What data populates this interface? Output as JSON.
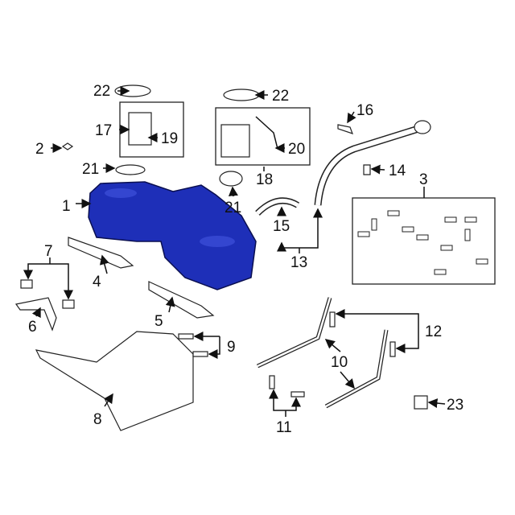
{
  "diagram": {
    "highlight_color": "#1e2fb8",
    "callouts": [
      {
        "id": "c22a",
        "text": "22"
      },
      {
        "id": "c22b",
        "text": "22"
      },
      {
        "id": "c17",
        "text": "17"
      },
      {
        "id": "c19",
        "text": "19"
      },
      {
        "id": "c2",
        "text": "2"
      },
      {
        "id": "c21a",
        "text": "21"
      },
      {
        "id": "c21b",
        "text": "21"
      },
      {
        "id": "c20",
        "text": "20"
      },
      {
        "id": "c18",
        "text": "18"
      },
      {
        "id": "c16",
        "text": "16"
      },
      {
        "id": "c14",
        "text": "14"
      },
      {
        "id": "c3",
        "text": "3"
      },
      {
        "id": "c1",
        "text": "1"
      },
      {
        "id": "c15",
        "text": "15"
      },
      {
        "id": "c13",
        "text": "13"
      },
      {
        "id": "c7",
        "text": "7"
      },
      {
        "id": "c4",
        "text": "4"
      },
      {
        "id": "c6",
        "text": "6"
      },
      {
        "id": "c5",
        "text": "5"
      },
      {
        "id": "c9",
        "text": "9"
      },
      {
        "id": "c12",
        "text": "12"
      },
      {
        "id": "c10",
        "text": "10"
      },
      {
        "id": "c8",
        "text": "8"
      },
      {
        "id": "c11",
        "text": "11"
      },
      {
        "id": "c23",
        "text": "23"
      }
    ]
  }
}
